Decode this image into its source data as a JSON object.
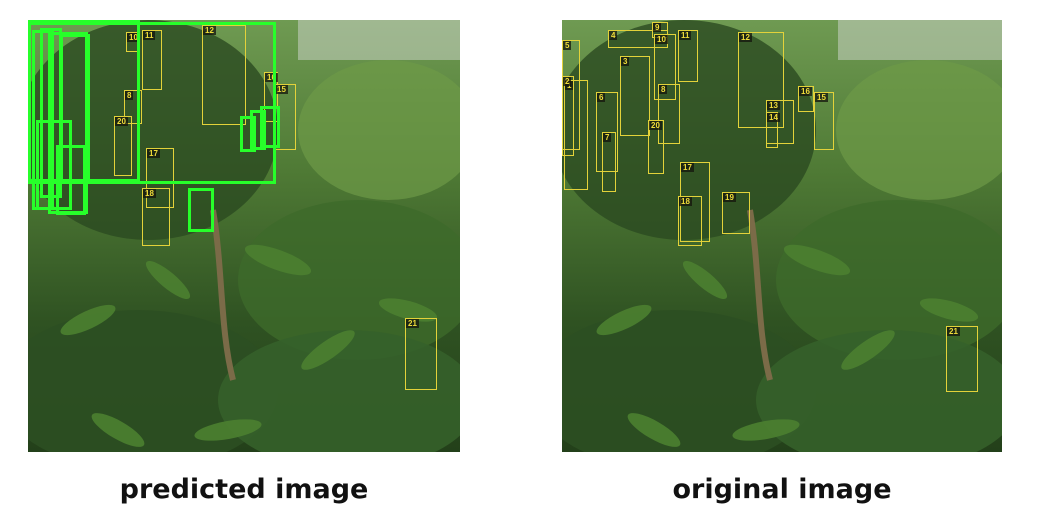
{
  "captions": {
    "predicted": "predicted image",
    "original": "original image"
  },
  "colors": {
    "annotation_box": "#e3d23a",
    "prediction_box": "#27ff2a",
    "foliage_dark": "#1f3a18",
    "foliage_light": "#5d8a3a"
  },
  "annotation_labels": [
    "1",
    "2",
    "3",
    "4",
    "5",
    "6",
    "7",
    "8",
    "9",
    "10",
    "11",
    "12",
    "13",
    "14",
    "15",
    "16",
    "17",
    "18",
    "19",
    "20",
    "21"
  ]
}
